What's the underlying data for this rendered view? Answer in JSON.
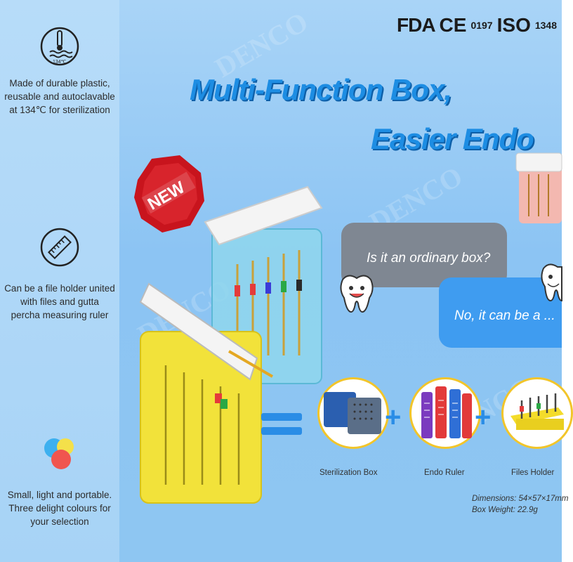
{
  "certifications": {
    "fda": "FDA",
    "ce": "CE",
    "ce_number": "0197",
    "iso": "ISO",
    "iso_number": "1348"
  },
  "features": [
    {
      "icon": "thermometer-icon",
      "icon_label": "134℃",
      "text": "Made of durable plastic,\nreusable and autoclavable\nat 134℃ for sterilization"
    },
    {
      "icon": "ruler-icon",
      "text": "Can be a file holder united\nwith files and gutta\npercha measuring ruler"
    },
    {
      "icon": "color-dots-icon",
      "text": "Small, light and portable.\nThree delight colours for\nyour selection"
    }
  ],
  "headline": {
    "line1": "Multi-Function Box,",
    "line2": "Easier Endo"
  },
  "badge": {
    "label": "NEW",
    "color": "#c8141d"
  },
  "chat": {
    "question": "Is it an ordinary box?",
    "answer": "No, it can be a ..."
  },
  "equation": {
    "items": [
      {
        "label": "Sterilization Box"
      },
      {
        "label": "Endo Ruler"
      },
      {
        "label": "Files Holder"
      }
    ]
  },
  "specs": {
    "dimensions": "Dimensions: 54×57×17mm",
    "weight": "Box Weight: 22.9g"
  },
  "watermark": "DENCO",
  "colors": {
    "accent": "#1d8de3",
    "yellow_box": "#f2e23a",
    "blue_box": "#8fd6ec",
    "pink_box": "#f3b8b0",
    "gray_bubble": "#7f8792",
    "blue_bubble": "#3f9cf0"
  }
}
